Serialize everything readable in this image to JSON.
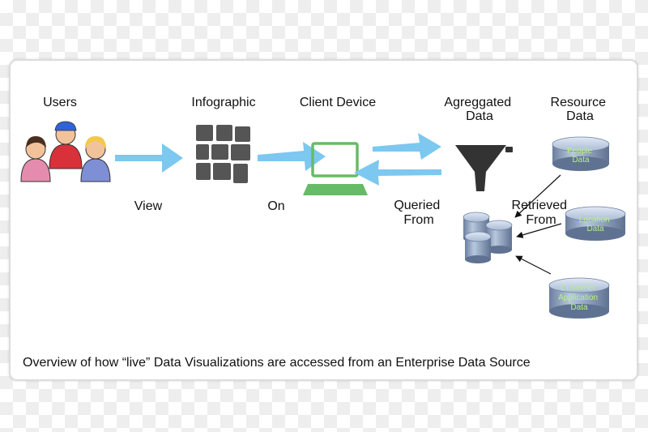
{
  "nodes": {
    "users": "Users",
    "infographic": "Infographic",
    "client_device": "Client Device",
    "aggregated_data": [
      "Agreggated",
      "Data"
    ],
    "resource_data": [
      "Resource",
      "Data"
    ]
  },
  "edges": {
    "view": "View",
    "on": "On",
    "queried_from": [
      "Queried",
      "From"
    ],
    "retrieved_from": [
      "Retrieved",
      "From"
    ]
  },
  "databases": {
    "people": [
      "People",
      "Data"
    ],
    "location": [
      "Location",
      "Data"
    ],
    "customer_application": [
      "Customer",
      "Application",
      "Data"
    ]
  },
  "caption": "Overview of how “live” Data Visualizations are accessed from an Enterprise Data Source",
  "colors": {
    "arrow": "#7cc8f0",
    "laptop": "#66bb66",
    "tile": "#555555",
    "funnel": "#333333",
    "database": "#9aabc4",
    "database_label": "#b8f28a"
  },
  "icons": [
    "users-icon",
    "infographic-icon",
    "laptop-icon",
    "funnel-icon",
    "database-stack-icon",
    "database-icon"
  ]
}
